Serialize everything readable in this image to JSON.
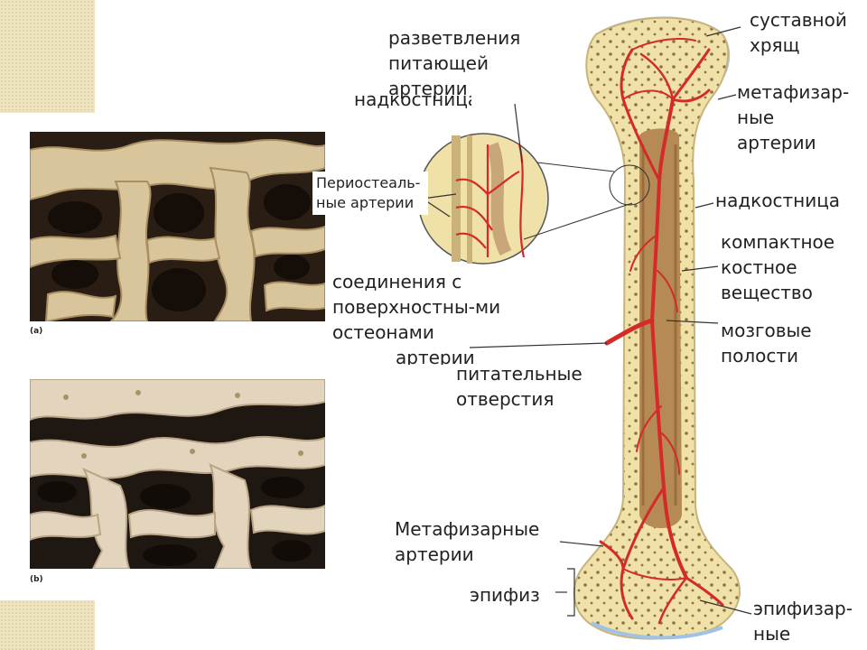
{
  "photos": [
    {
      "id": "a",
      "label": "(a)"
    },
    {
      "id": "b",
      "label": "(b)"
    }
  ],
  "labels": {
    "branch_artery": "разветвления питающей артерии",
    "periosteum_top": "надкостница",
    "periosteal_arteries": "Периостеаль-ные артерии",
    "connections": "соединения с поверхностны-ми остеонами",
    "arteries_partial": "артерии",
    "nutrient_foramina": "питательные отверстия",
    "metaphyseal_arteries_left": "Метафизарные артерии",
    "epiphysis": "эпифиз",
    "articular_cartilage": "суставной хрящ",
    "metaphyseal_arteries_right": "метафизар-ные артерии",
    "periosteum_right": "надкостница",
    "compact_bone": "компактное костное вещество",
    "marrow_cavity": "мозговые полости",
    "epiphyseal_arteries": "эпифизар-ные артерии"
  },
  "colors": {
    "bone": "#efe1a8",
    "marrow": "#b58a55",
    "artery": "#d42a2a",
    "cartilage": "#9ec3e6",
    "corner": "#efe4c2"
  }
}
